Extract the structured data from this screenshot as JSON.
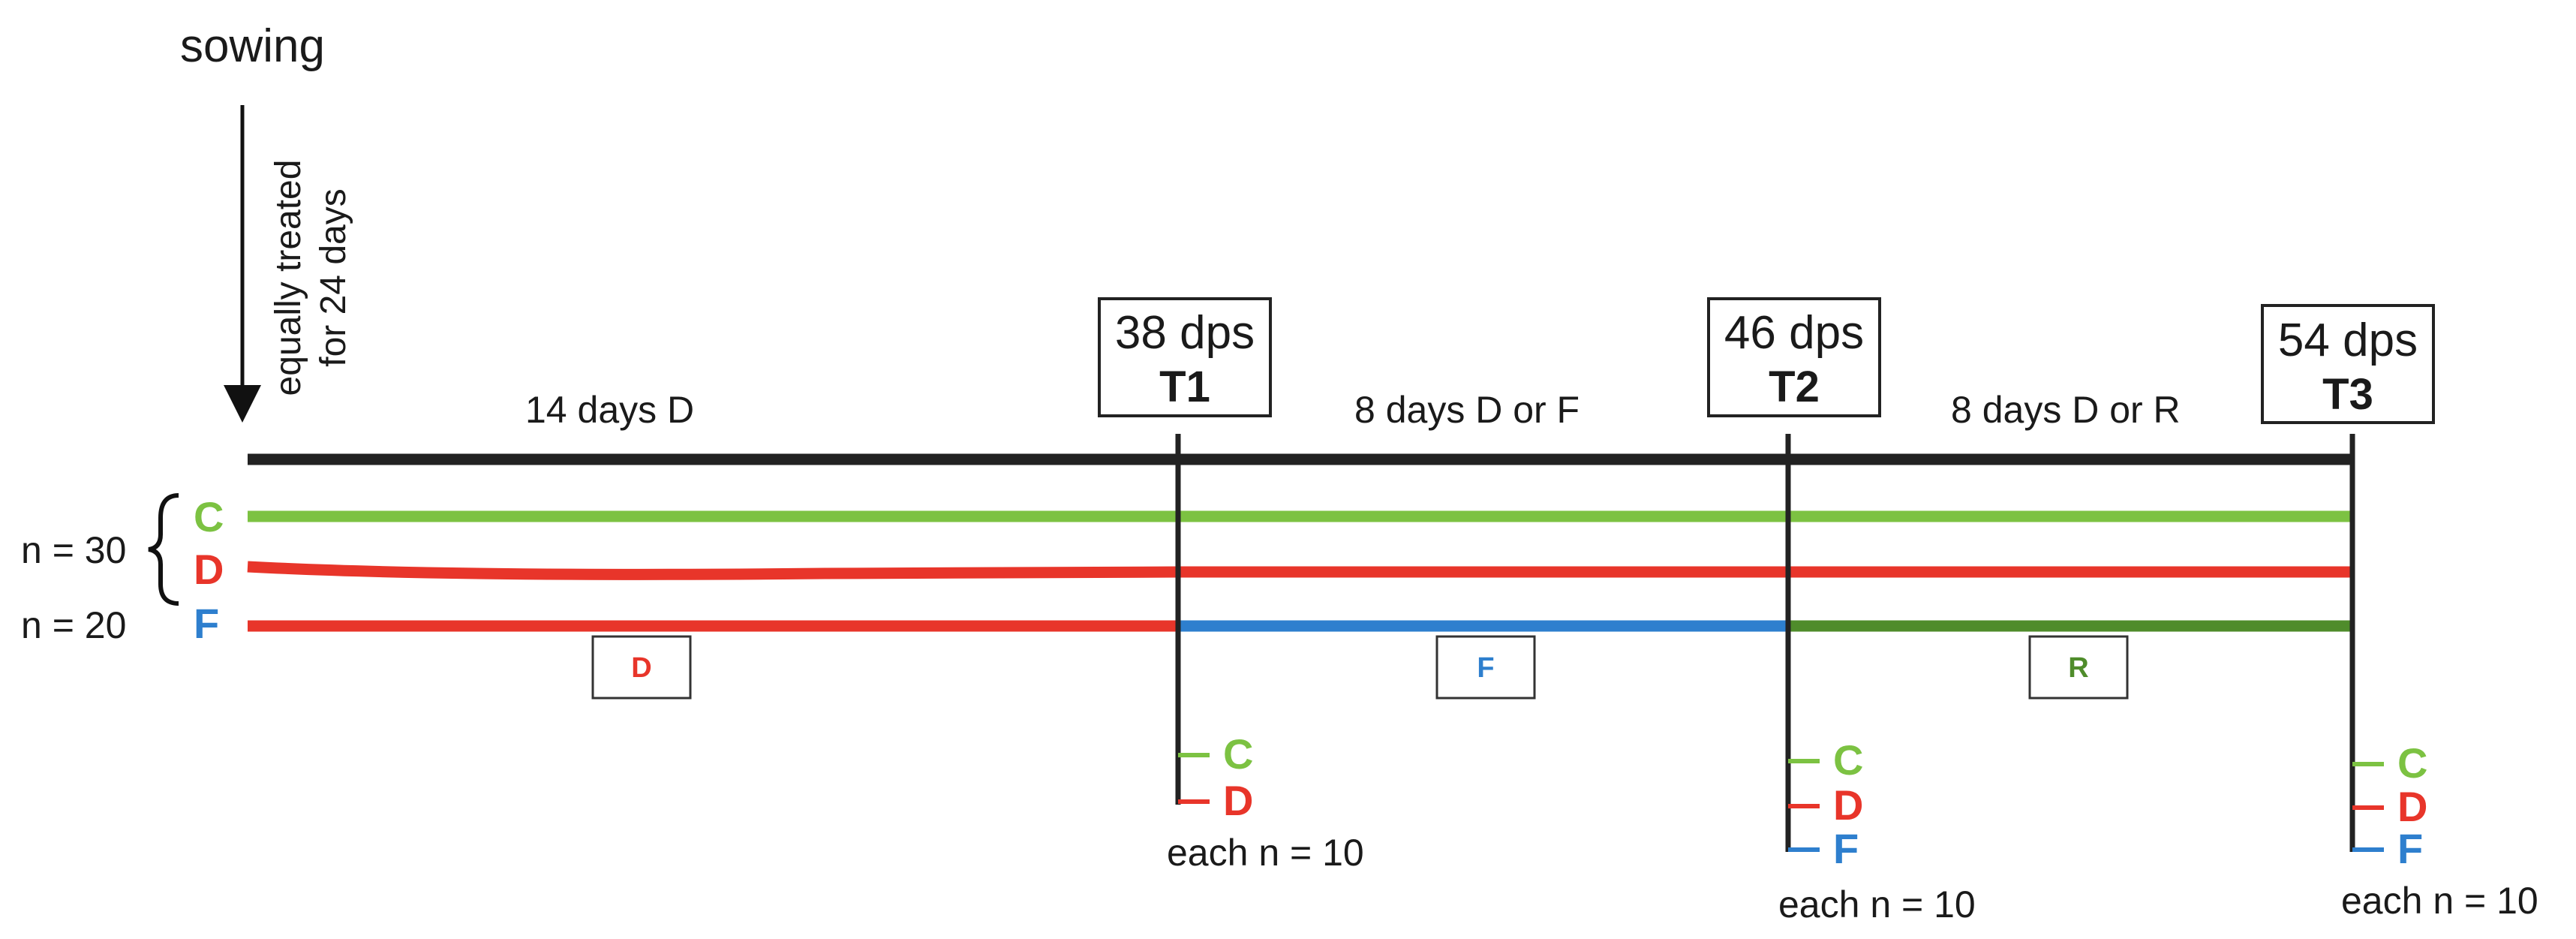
{
  "colors": {
    "control": "#7cc242",
    "drought": "#e8352a",
    "flooding": "#2e7fce",
    "recovery": "#4f8c2b",
    "timeline": "#222222"
  },
  "start": {
    "label": "sowing",
    "arrow_label_line1": "equally treated",
    "arrow_label_line2": "for 24 days"
  },
  "timepoints": [
    {
      "dps": "38 dps",
      "name": "T1"
    },
    {
      "dps": "46 dps",
      "name": "T2"
    },
    {
      "dps": "54 dps",
      "name": "T3"
    }
  ],
  "phases": [
    {
      "label": "14 days D",
      "treatment": "D",
      "treatment_color": "drought"
    },
    {
      "label": "8 days D or F",
      "treatment": "F",
      "treatment_color": "flooding"
    },
    {
      "label": "8 days D or R",
      "treatment": "R",
      "treatment_color": "recovery"
    }
  ],
  "groups": [
    {
      "letter": "C",
      "color": "control"
    },
    {
      "letter": "D",
      "color": "drought"
    },
    {
      "letter": "F",
      "color": "flooding"
    }
  ],
  "group_sizes": {
    "cd": "n = 30",
    "f": "n = 20"
  },
  "samplings": [
    {
      "letters": [
        "C",
        "D"
      ],
      "colors": [
        "control",
        "drought"
      ],
      "n_label": "each n = 10"
    },
    {
      "letters": [
        "C",
        "D",
        "F"
      ],
      "colors": [
        "control",
        "drought",
        "flooding"
      ],
      "n_label": "each n = 10"
    },
    {
      "letters": [
        "C",
        "D",
        "F"
      ],
      "colors": [
        "control",
        "drought",
        "flooding"
      ],
      "n_label": "each n = 10"
    }
  ]
}
